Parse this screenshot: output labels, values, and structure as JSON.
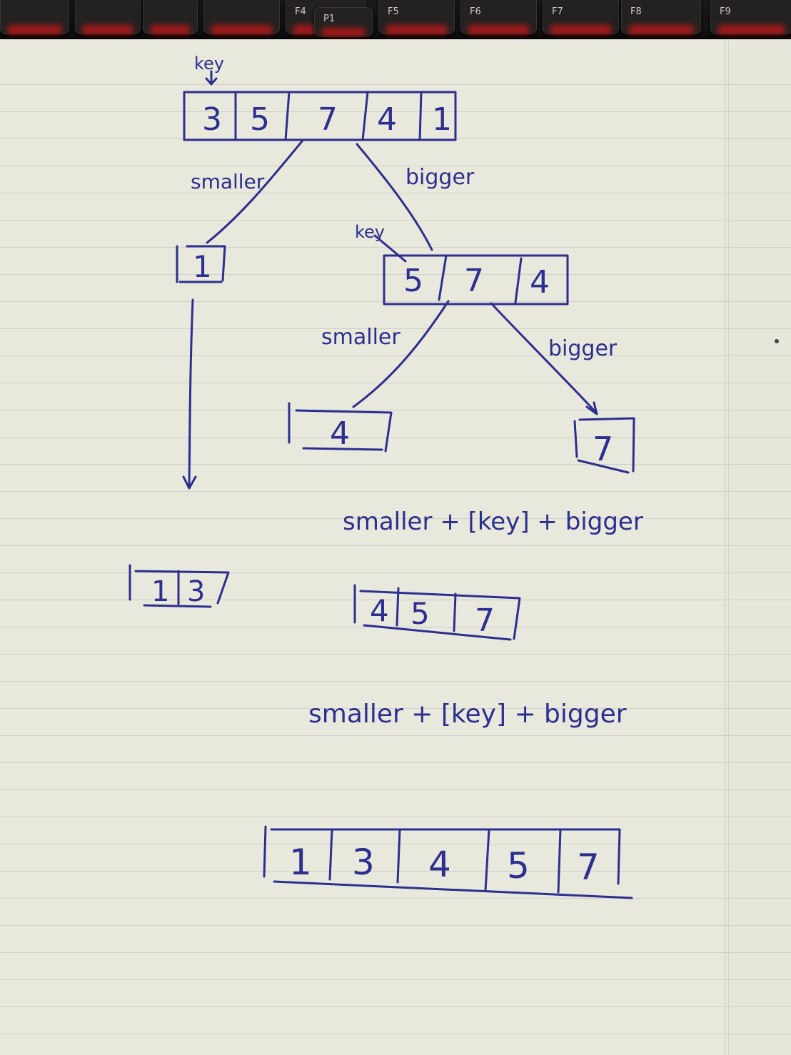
{
  "keyboard": {
    "keys": [
      "F4",
      "P1",
      "F5",
      "F6",
      "F7",
      "F8",
      "F9"
    ]
  },
  "diagram": {
    "top_key_label": "key",
    "root_array": [
      "3",
      "5",
      "7",
      "4",
      "1"
    ],
    "left_branch_label": "smaller",
    "right_branch_label": "bigger",
    "left_child": [
      "1"
    ],
    "right_key_label": "key",
    "right_child": [
      "5",
      "7",
      "4"
    ],
    "sub_left_label": "smaller",
    "sub_right_label": "bigger",
    "sub_left_child": [
      "4"
    ],
    "sub_right_child": [
      "7"
    ],
    "formula_1": "smaller + [key] + bigger",
    "merged_right": [
      "4",
      "5",
      "7"
    ],
    "merged_left": [
      "1",
      "3"
    ],
    "formula_2": "smaller + [key] + bigger",
    "final_array": [
      "1",
      "3",
      "4",
      "5",
      "7"
    ]
  },
  "ink_color": "#2b2f8f",
  "paper_color": "#e9e8dc"
}
